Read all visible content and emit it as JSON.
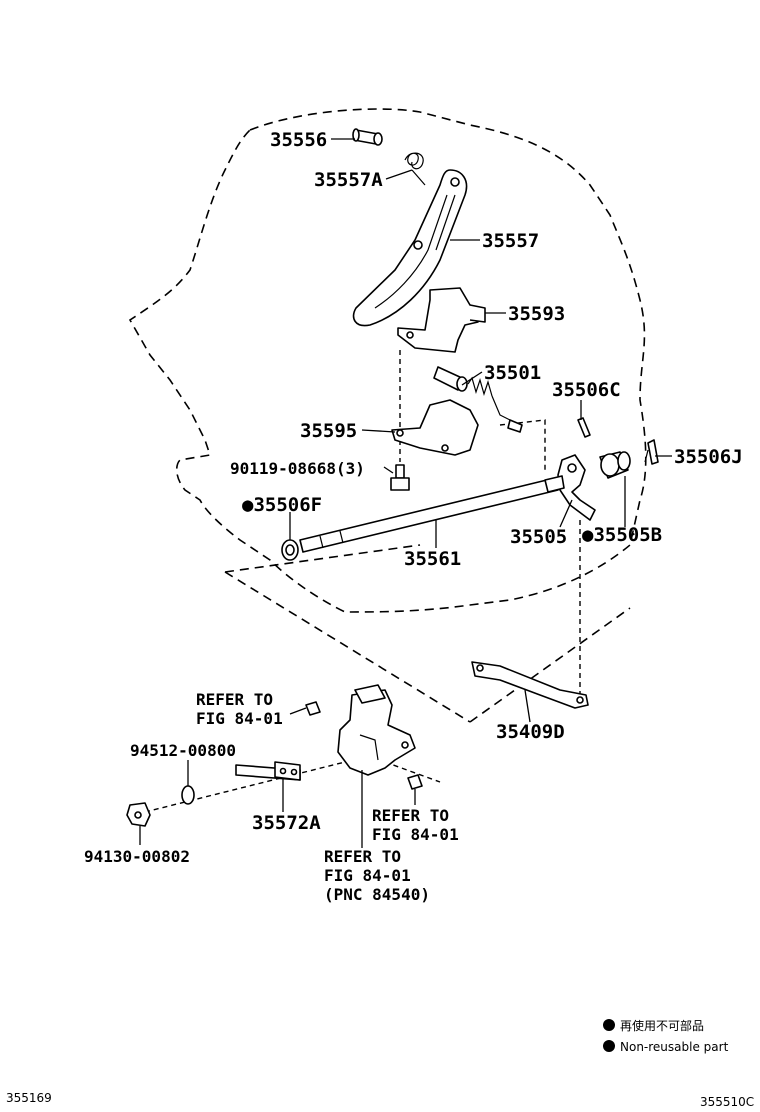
{
  "labels": {
    "p35556": "35556",
    "p35557A": "35557A",
    "p35557": "35557",
    "p35593": "35593",
    "p35501": "35501",
    "p35506C": "35506C",
    "p35595": "35595",
    "p35506J": "35506J",
    "p90119": "90119-08668(3)",
    "p35506F": "●35506F",
    "p35505": "35505",
    "p35505B": "●35505B",
    "p35561": "35561",
    "p35409D": "35409D",
    "p94512": "94512-00800",
    "p35572A": "35572A",
    "p94130": "94130-00802"
  },
  "references": {
    "left_line1": "REFER TO",
    "left_line2": "FIG 84-01",
    "right_line1": "REFER TO",
    "right_line2": "FIG 84-01",
    "bottom_line1": "REFER TO",
    "bottom_line2": "FIG 84-01",
    "bottom_line3": "(PNC 84540)"
  },
  "legend": {
    "japanese": "再使用不可部品",
    "english": "Non-reusable part"
  },
  "footer": {
    "left_code": "355169",
    "right_code": "355510C"
  }
}
